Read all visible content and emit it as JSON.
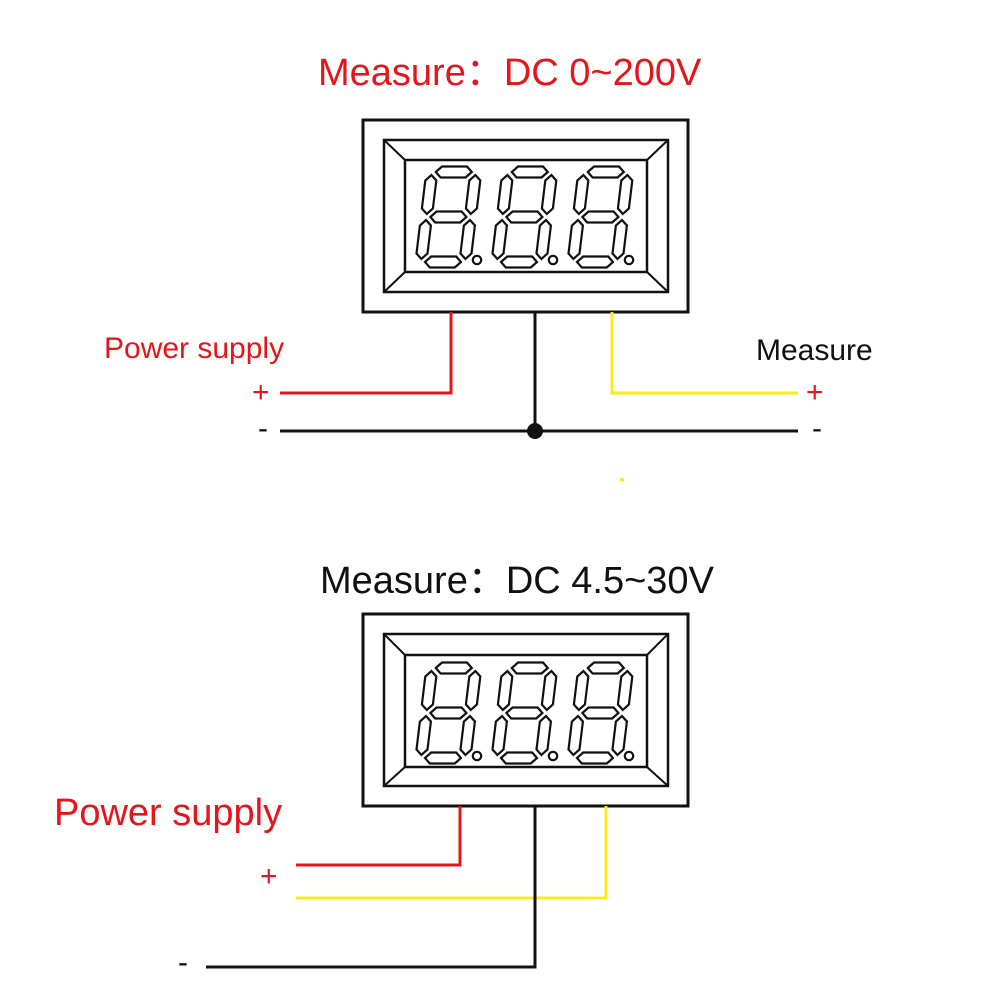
{
  "colors": {
    "red": "#e8141b",
    "yellow": "#f7ec1e",
    "black": "#111111"
  },
  "diagrams": [
    {
      "title": "Measure：DC 0~200V",
      "power_label": "Power supply",
      "measure_label": "Measure",
      "plus": "+",
      "minus": "-",
      "measure_plus": "+",
      "measure_minus": "-"
    },
    {
      "title": "Measure：DC 4.5~30V",
      "power_label": "Power supply",
      "plus": "+",
      "minus": "-"
    }
  ]
}
